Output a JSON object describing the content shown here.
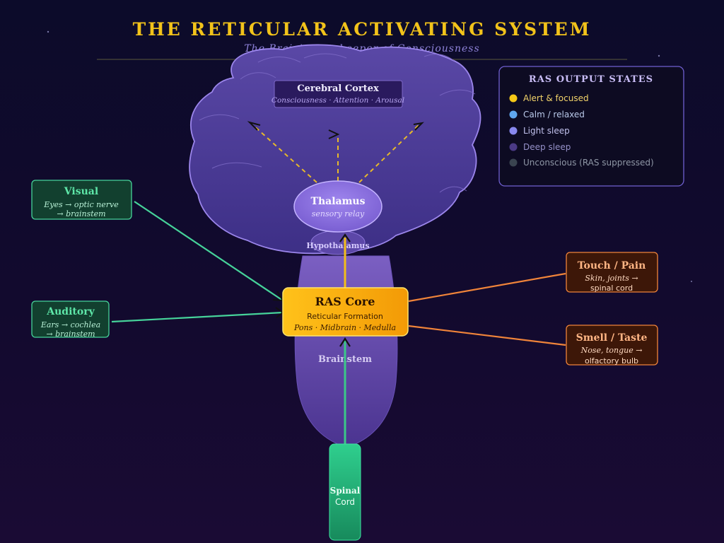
{
  "title": "THE RETICULAR ACTIVATING SYSTEM",
  "subtitle": "The Brain's Gatekeeper of Consciousness",
  "cortex": {
    "title": "Cerebral Cortex",
    "subtitle": "Consciousness · Attention · Arousal"
  },
  "thalamus": {
    "title": "Thalamus",
    "subtitle": "sensory relay"
  },
  "hypothalamus": "Hypothalamus",
  "brainstem": "Brainstem",
  "ras": {
    "title": "RAS Core",
    "line1": "Reticular Formation",
    "line2": "Pons · Midbrain · Medulla"
  },
  "spinal": {
    "line1": "Spinal",
    "line2": "Cord"
  },
  "inputs": {
    "visual": {
      "title": "Visual",
      "line1": "Eyes → optic nerve",
      "line2": "→ brainstem"
    },
    "auditory": {
      "title": "Auditory",
      "line1": "Ears → cochlea",
      "line2": "→ brainstem"
    },
    "touch": {
      "title": "Touch / Pain",
      "line1": "Skin, joints →",
      "line2": "spinal cord"
    },
    "smell": {
      "title": "Smell / Taste",
      "line1": "Nose, tongue →",
      "line2": "olfactory bulb"
    }
  },
  "legend": {
    "title": "RAS OUTPUT STATES",
    "items": [
      {
        "label": "Alert & focused",
        "color": "#f6c817",
        "text_color": "#f2d36a"
      },
      {
        "label": "Calm / relaxed",
        "color": "#5fa6ee",
        "text_color": "#b9c9ea"
      },
      {
        "label": "Light sleep",
        "color": "#8888ee",
        "text_color": "#c2c2ee"
      },
      {
        "label": "Deep sleep",
        "color": "#4b3a86",
        "text_color": "#9590c8"
      },
      {
        "label": "Unconscious (RAS suppressed)",
        "color": "#3a4450",
        "text_color": "#8f97a6"
      }
    ]
  },
  "colors": {
    "title": "#f2c31a",
    "subtitle": "#8e82d8",
    "brain_fill": "#5a46a8",
    "ras_fill": "#f6a80d",
    "input_green": "#46d39a",
    "input_orange": "#f0843a",
    "spinal": "#22b47a"
  }
}
